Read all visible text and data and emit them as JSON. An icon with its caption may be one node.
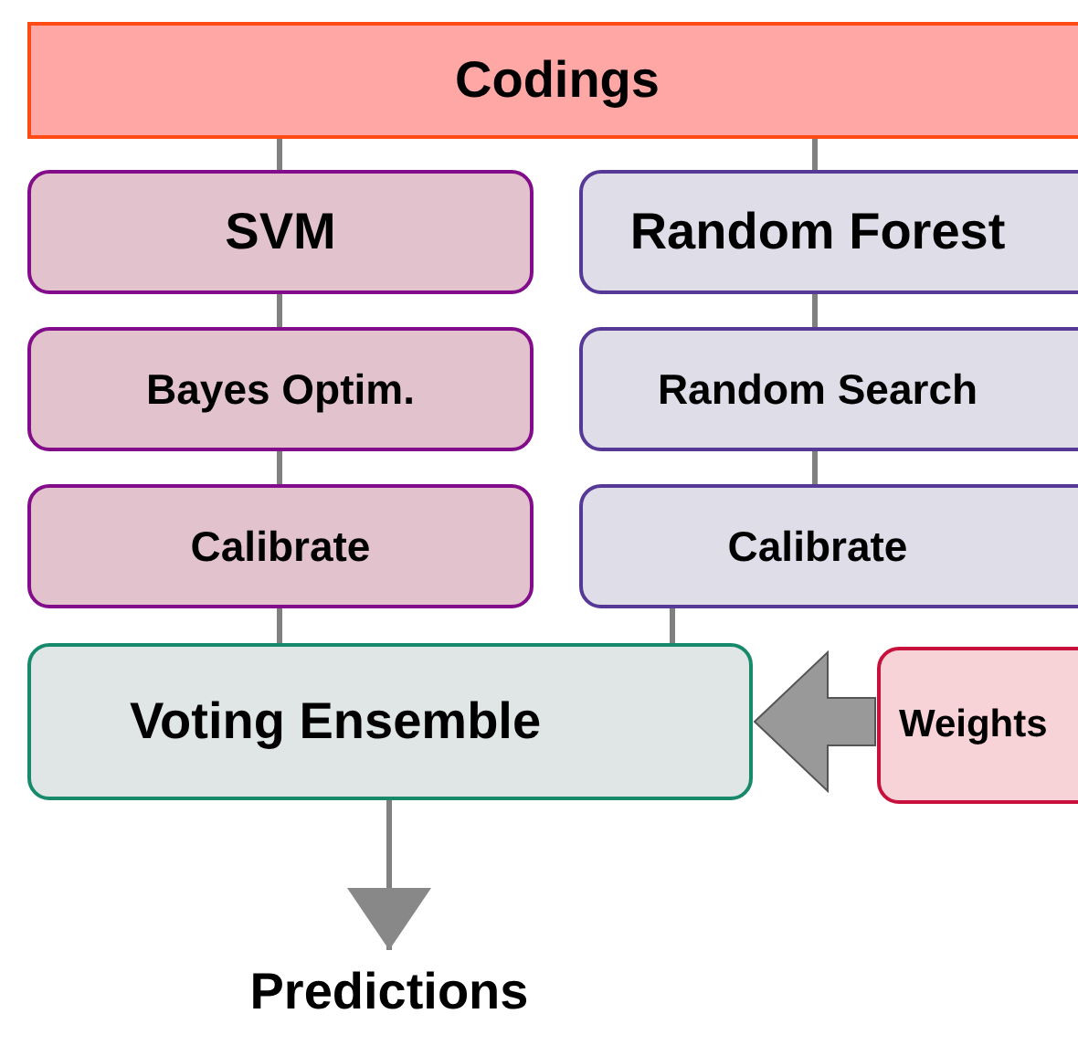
{
  "diagram": {
    "nodes": [
      {
        "text": [
          "Codings"
        ]
      },
      {
        "text": [
          "SVM"
        ]
      },
      {
        "text": [
          "Random Forest"
        ]
      },
      {
        "text": [
          "Bayes Optim."
        ]
      },
      {
        "text": [
          "Random Search"
        ]
      },
      {
        "text": [
          "Calibrate"
        ]
      },
      {
        "text": [
          "Calibrate"
        ]
      },
      {
        "text": [
          "Voting Ensemble"
        ]
      },
      {
        "text": [
          "Weights"
        ]
      },
      {
        "text": [
          "Predictions"
        ]
      }
    ],
    "edges": [
      {
        "from": 0,
        "to": 1,
        "arrow": "none"
      },
      {
        "from": 0,
        "to": 2,
        "arrow": "none"
      },
      {
        "from": 1,
        "to": 3,
        "arrow": "none"
      },
      {
        "from": 2,
        "to": 4,
        "arrow": "none"
      },
      {
        "from": 3,
        "to": 5,
        "arrow": "none"
      },
      {
        "from": 4,
        "to": 6,
        "arrow": "none"
      },
      {
        "from": 5,
        "to": 7,
        "arrow": "none"
      },
      {
        "from": 6,
        "to": 7,
        "arrow": "none"
      },
      {
        "from": 8,
        "to": 7,
        "arrow": "to",
        "style": "thick"
      },
      {
        "from": 7,
        "to": 9,
        "arrow": "to"
      }
    ]
  }
}
